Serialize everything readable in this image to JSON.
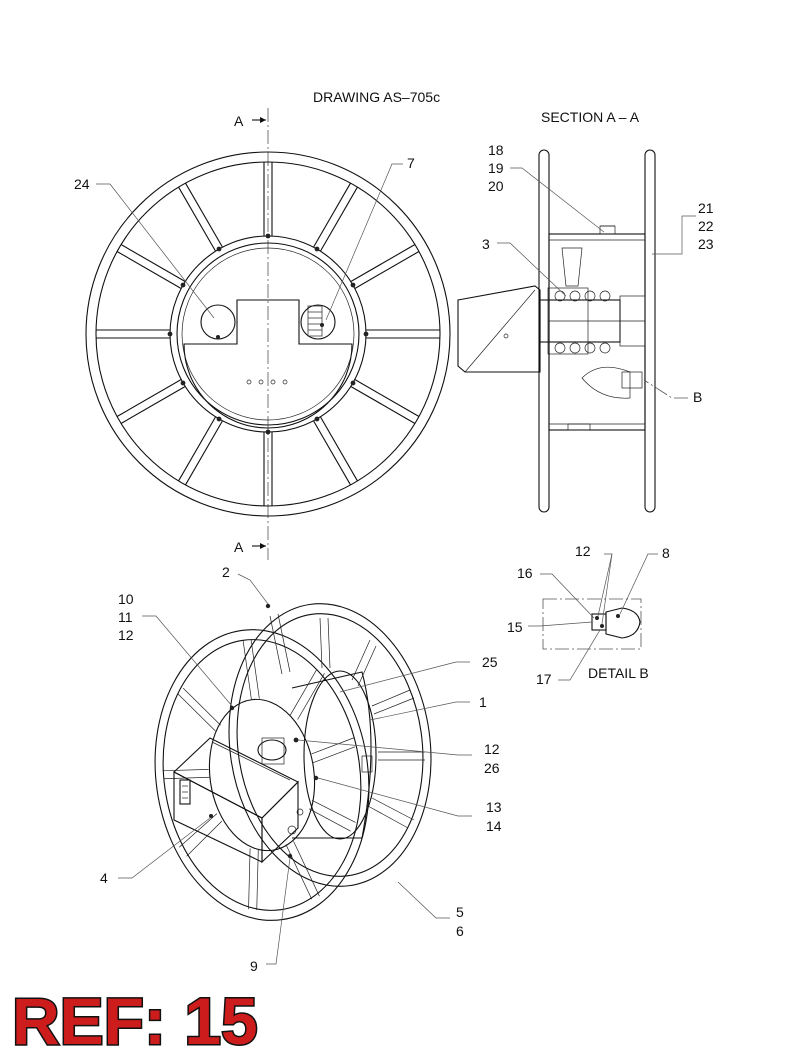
{
  "title": "DRAWING  AS–705c",
  "section_title": "SECTION  A – A",
  "section_marks": [
    "A",
    "A"
  ],
  "detail_title": "DETAIL  B",
  "ref_badge": "REF: 15",
  "colors": {
    "line": "#111111",
    "ref_fill": "#cc1c1c",
    "ref_outline": "#111111",
    "background": "#ffffff"
  },
  "callouts": {
    "front": [
      "24",
      "7"
    ],
    "section": [
      "18",
      "19",
      "20",
      "3",
      "21",
      "22",
      "23",
      "B"
    ],
    "detail": [
      "12",
      "8",
      "16",
      "15",
      "17"
    ],
    "iso": [
      "2",
      "10",
      "11",
      "12",
      "25",
      "1",
      "12",
      "26",
      "13",
      "14",
      "4",
      "5",
      "6",
      "9"
    ]
  }
}
